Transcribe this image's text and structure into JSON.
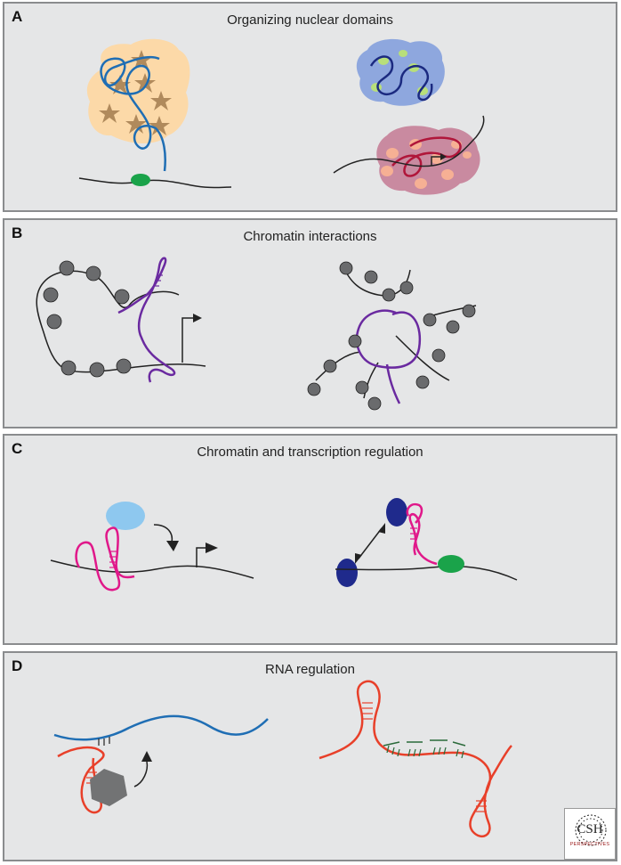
{
  "panels": [
    {
      "letter": "A",
      "title": "Organizing nuclear domains"
    },
    {
      "letter": "B",
      "title": "Chromatin interactions"
    },
    {
      "letter": "C",
      "title": "Chromatin and transcription regulation"
    },
    {
      "letter": "D",
      "title": "RNA regulation"
    }
  ],
  "logo": {
    "text": "CSH",
    "subtext": "PERSPECTIVES"
  },
  "colors": {
    "panel_bg": "#e5e6e7",
    "border": "#8a8c8e",
    "dna": "#222222",
    "nuclear_domain_orange": "#fcd9a8",
    "star": "#b08a5c",
    "rna_blue": "#1f6eb4",
    "rna_navy": "#1b2a80",
    "rna_crimson": "#b0163a",
    "rna_purple": "#6a2aa0",
    "rna_magenta": "#e0188a",
    "rna_red": "#e8402a",
    "nucleosome": "#6a6b6d",
    "protein_green": "#1aa34a",
    "protein_lightblue": "#8ec8ef",
    "protein_navy": "#1f2a8c",
    "protein_gray": "#727374",
    "domain_blue": "#8ea7de",
    "domain_pink": "#c98aa0",
    "spot_green": "#b8df7a",
    "spot_peach": "#f6b094",
    "base_pair_green": "#2a6a3a"
  }
}
